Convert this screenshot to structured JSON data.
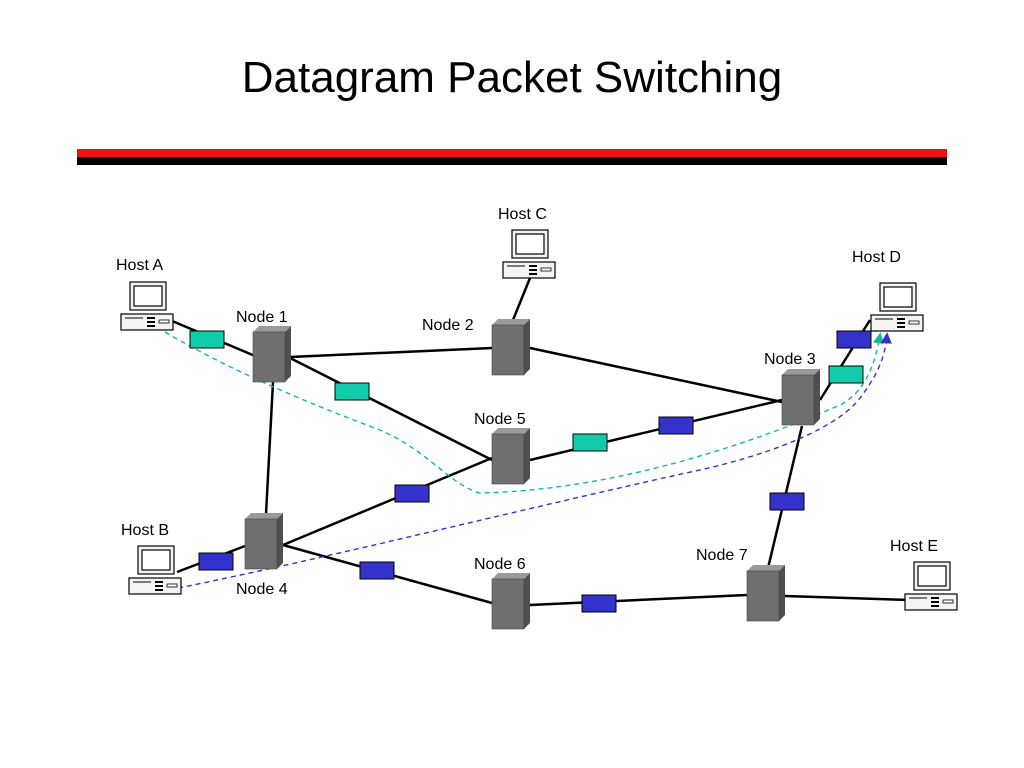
{
  "title": "Datagram Packet Switching",
  "colors": {
    "accent_red": "#ee1111",
    "accent_black": "#000000",
    "packet_green": "#11ccaa",
    "packet_blue": "#3333cc",
    "path_green": "#11bb99",
    "path_blue": "#3333cc",
    "node_gray": "#707070"
  },
  "hosts": [
    {
      "id": "host-a",
      "label": "Host A"
    },
    {
      "id": "host-b",
      "label": "Host B"
    },
    {
      "id": "host-c",
      "label": "Host C"
    },
    {
      "id": "host-d",
      "label": "Host D"
    },
    {
      "id": "host-e",
      "label": "Host E"
    }
  ],
  "nodes": [
    {
      "id": "node-1",
      "label": "Node 1"
    },
    {
      "id": "node-2",
      "label": "Node 2"
    },
    {
      "id": "node-3",
      "label": "Node 3"
    },
    {
      "id": "node-4",
      "label": "Node 4"
    },
    {
      "id": "node-5",
      "label": "Node 5"
    },
    {
      "id": "node-6",
      "label": "Node 6"
    },
    {
      "id": "node-7",
      "label": "Node 7"
    }
  ],
  "links": [
    [
      "host-a",
      "node-1"
    ],
    [
      "host-c",
      "node-2"
    ],
    [
      "host-b",
      "node-4"
    ],
    [
      "host-d",
      "node-3"
    ],
    [
      "host-e",
      "node-7"
    ],
    [
      "node-1",
      "node-2"
    ],
    [
      "node-1",
      "node-5"
    ],
    [
      "node-1",
      "node-4"
    ],
    [
      "node-2",
      "node-3"
    ],
    [
      "node-5",
      "node-3"
    ],
    [
      "node-4",
      "node-5"
    ],
    [
      "node-4",
      "node-6"
    ],
    [
      "node-6",
      "node-7"
    ],
    [
      "node-7",
      "node-3"
    ]
  ],
  "packets": [
    {
      "color": "green",
      "link": "host-a|node-1"
    },
    {
      "color": "green",
      "link": "node-1|node-5"
    },
    {
      "color": "green",
      "link": "node-5|node-3"
    },
    {
      "color": "green",
      "link": "node-3|host-d"
    },
    {
      "color": "blue",
      "link": "node-5|node-3"
    },
    {
      "color": "blue",
      "link": "node-4|node-5"
    },
    {
      "color": "blue",
      "link": "host-b|node-4"
    },
    {
      "color": "blue",
      "link": "node-4|node-6"
    },
    {
      "color": "blue",
      "link": "node-6|node-7"
    },
    {
      "color": "blue",
      "link": "node-7|node-3"
    },
    {
      "color": "blue",
      "link": "node-3|host-d"
    }
  ],
  "paths": [
    {
      "color": "green",
      "from": "host-a",
      "to": "host-d",
      "style": "dashed"
    },
    {
      "color": "blue",
      "from": "host-b",
      "to": "host-d",
      "style": "dashed"
    }
  ]
}
